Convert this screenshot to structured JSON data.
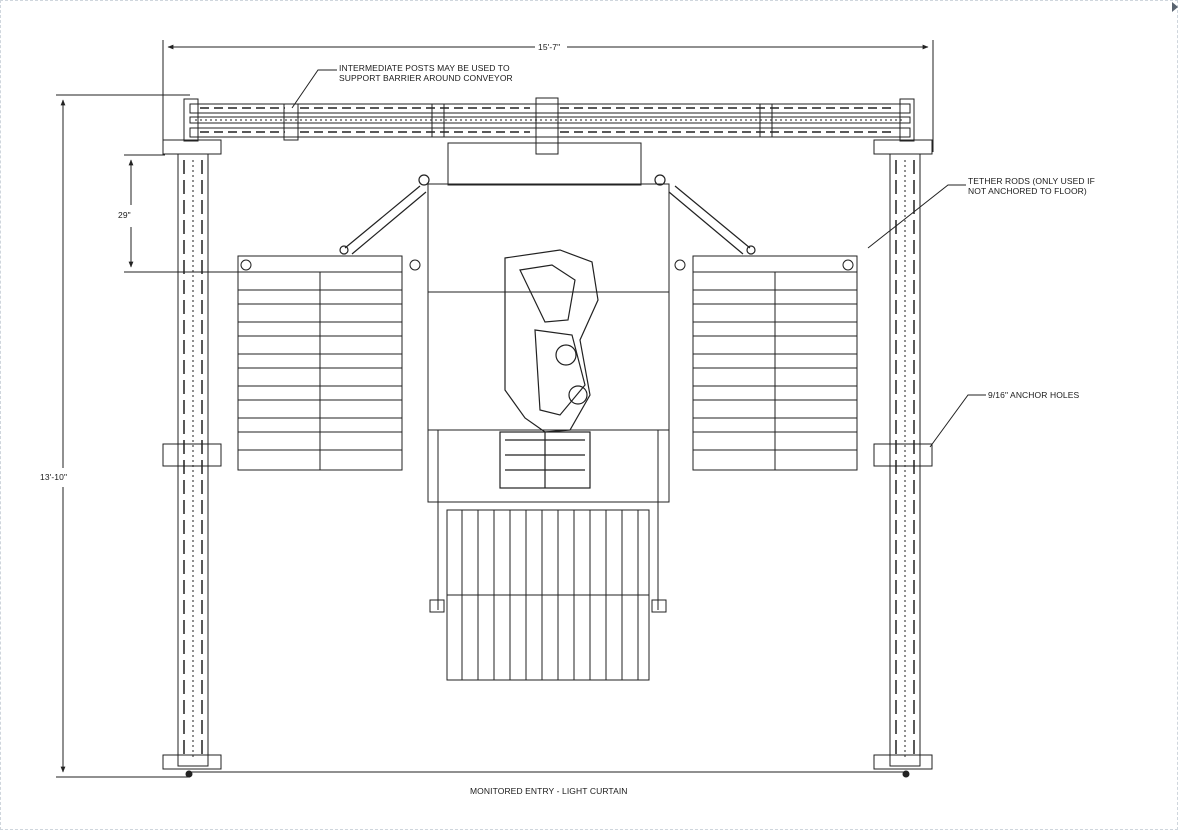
{
  "dimensions": {
    "overall_width": "15'-7\"",
    "overall_depth": "13'-10\"",
    "post_spacing": "29\""
  },
  "notes": {
    "intermediate_posts_line1": "INTERMEDIATE POSTS MAY BE USED TO",
    "intermediate_posts_line2": "SUPPORT BARRIER AROUND CONVEYOR",
    "tether_rods_line1": "TETHER RODS (ONLY USED IF",
    "tether_rods_line2": "NOT ANCHORED TO FLOOR)",
    "anchor_holes": "9/16\" ANCHOR HOLES",
    "monitored_entry": "MONITORED ENTRY - LIGHT CURTAIN"
  }
}
